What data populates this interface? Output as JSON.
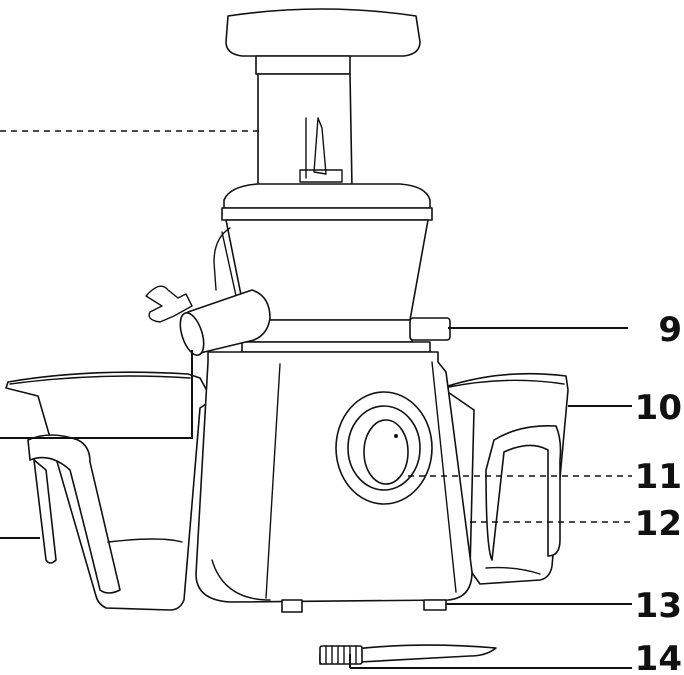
{
  "callouts": {
    "c9": "9",
    "c10": "10",
    "c11": "11",
    "c12": "12",
    "c13": "13",
    "c14": "14"
  },
  "colors": {
    "line": "#111111",
    "background": "#ffffff"
  }
}
